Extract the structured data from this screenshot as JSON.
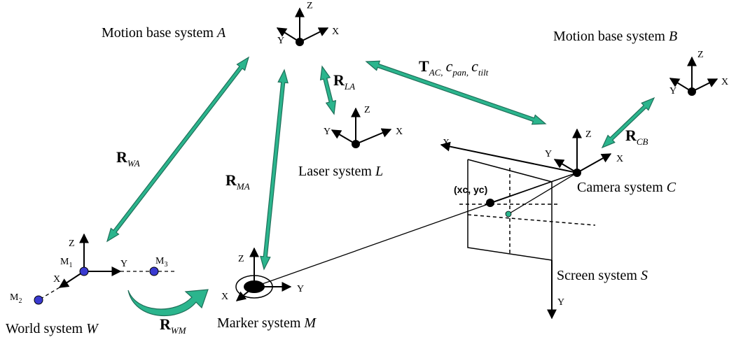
{
  "systems": {
    "A": {
      "prefix": "Motion base system ",
      "var": "A"
    },
    "B": {
      "prefix": "Motion base system ",
      "var": "B"
    },
    "L": {
      "prefix": "Laser system ",
      "var": "L"
    },
    "C": {
      "prefix": "Camera system ",
      "var": "C"
    },
    "M": {
      "prefix": "Marker system ",
      "var": "M"
    },
    "W": {
      "prefix": "World system ",
      "var": "W"
    },
    "S": {
      "prefix": "Screen system ",
      "var": "S"
    }
  },
  "axes": {
    "x": "X",
    "y": "Y",
    "z": "Z"
  },
  "markers": {
    "m1": {
      "base": "M",
      "sub": "1"
    },
    "m2": {
      "base": "M",
      "sub": "2"
    },
    "m3": {
      "base": "M",
      "sub": "3"
    }
  },
  "image_point": "(xc, yc)",
  "transforms": {
    "R_WA": {
      "base": "R",
      "sub": "WA"
    },
    "R_MA": {
      "base": "R",
      "sub": "MA"
    },
    "R_LA": {
      "base": "R",
      "sub": "LA"
    },
    "R_CB": {
      "base": "R",
      "sub": "CB"
    },
    "R_WM": {
      "base": "R",
      "sub": "WM"
    },
    "T_AC": {
      "base": "T",
      "sub": "AC,",
      "c": "c",
      "pan": "pan,",
      "tilt": "tilt"
    }
  },
  "colors": {
    "arrow_fill": "#2bb58d",
    "arrow_stroke": "#1e6f59",
    "ink": "#000000",
    "marker_dot": "#3a3ad0"
  }
}
